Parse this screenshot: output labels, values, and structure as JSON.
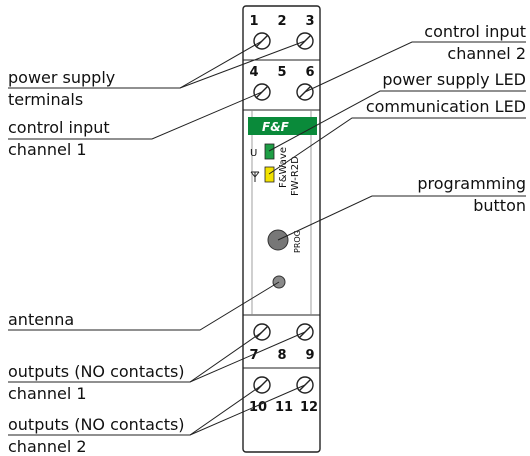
{
  "labels": {
    "power_supply_1": "power supply",
    "power_supply_2": "terminals",
    "control_input_ch1_1": "control input",
    "control_input_ch1_2": "channel 1",
    "control_input_ch2_1": "control input",
    "control_input_ch2_2": "channel 2",
    "power_supply_led": "power supply LED",
    "communication_led": "communication LED",
    "programming_1": "programming",
    "programming_2": "button",
    "antenna": "antenna",
    "outputs_ch1_1": "outputs (NO contacts)",
    "outputs_ch1_2": "channel 1",
    "outputs_ch2_1": "outputs (NO contacts)",
    "outputs_ch2_2": "channel 2"
  },
  "terminals": {
    "t1": "1",
    "t2": "2",
    "t3": "3",
    "t4": "4",
    "t5": "5",
    "t6": "6",
    "t7": "7",
    "t8": "8",
    "t9": "9",
    "t10": "10",
    "t11": "11",
    "t12": "12"
  },
  "device": {
    "logo": "F&F",
    "led_u": "U",
    "brand": "F&Wave",
    "model": "FW-R2D",
    "prog": "PROG"
  },
  "colors": {
    "green": "#0a8a3a",
    "led_green": "#1e9e45",
    "led_yellow": "#f2e200"
  }
}
